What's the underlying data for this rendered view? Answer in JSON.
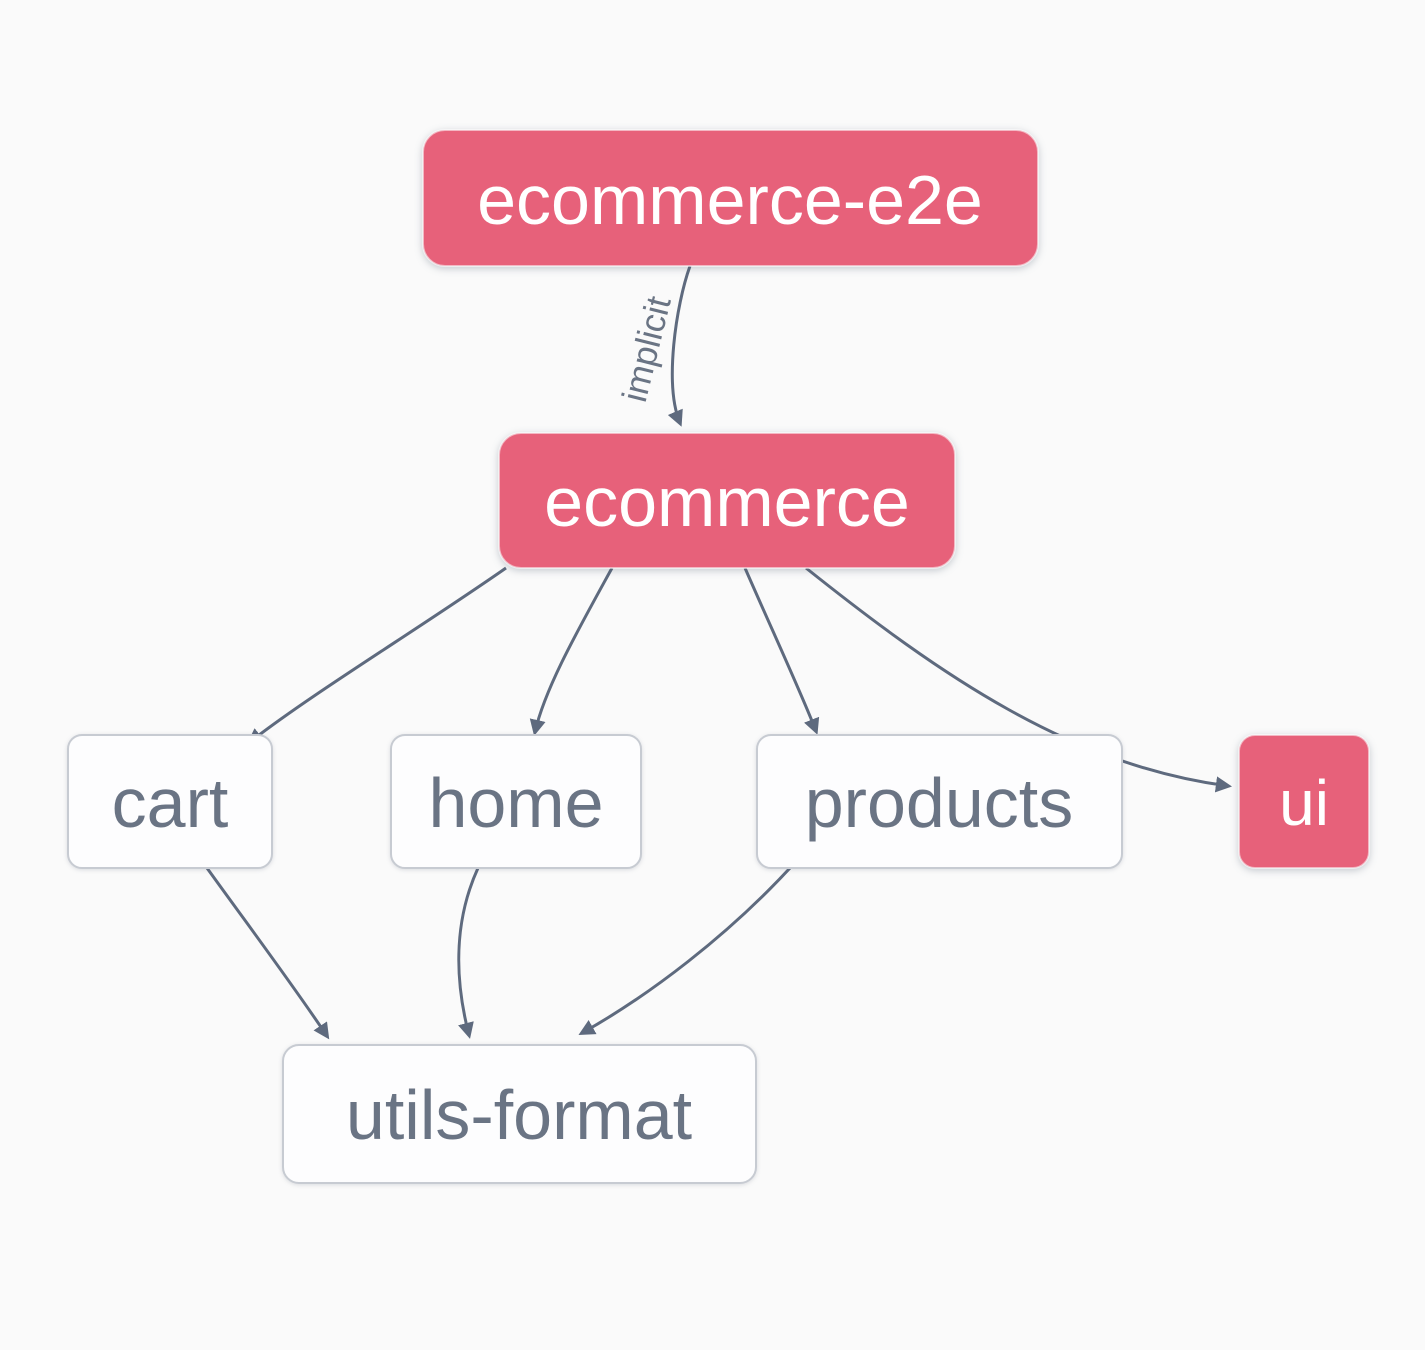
{
  "diagram": {
    "kind": "project-dependency-graph",
    "nodes": [
      {
        "id": "ecommerce-e2e",
        "label": "ecommerce-e2e",
        "style": "accent"
      },
      {
        "id": "ecommerce",
        "label": "ecommerce",
        "style": "accent"
      },
      {
        "id": "cart",
        "label": "cart",
        "style": "plain"
      },
      {
        "id": "home",
        "label": "home",
        "style": "plain"
      },
      {
        "id": "products",
        "label": "products",
        "style": "plain"
      },
      {
        "id": "ui",
        "label": "ui",
        "style": "accent"
      },
      {
        "id": "utils-format",
        "label": "utils-format",
        "style": "plain"
      }
    ],
    "edges": [
      {
        "from": "ecommerce-e2e",
        "to": "ecommerce",
        "label": "implicit"
      },
      {
        "from": "ecommerce",
        "to": "cart",
        "label": ""
      },
      {
        "from": "ecommerce",
        "to": "home",
        "label": ""
      },
      {
        "from": "ecommerce",
        "to": "products",
        "label": ""
      },
      {
        "from": "ecommerce",
        "to": "ui",
        "label": ""
      },
      {
        "from": "cart",
        "to": "utils-format",
        "label": ""
      },
      {
        "from": "home",
        "to": "utils-format",
        "label": ""
      },
      {
        "from": "products",
        "to": "utils-format",
        "label": ""
      }
    ]
  },
  "colors": {
    "accent": "#E7617A",
    "accent_text": "#FFFFFF",
    "edge": "#5E6A7E",
    "node_border": "#C7CBD2",
    "node_text": "#6A7484",
    "node_fill": "#FDFDFE",
    "background": "#FAFAFA"
  }
}
